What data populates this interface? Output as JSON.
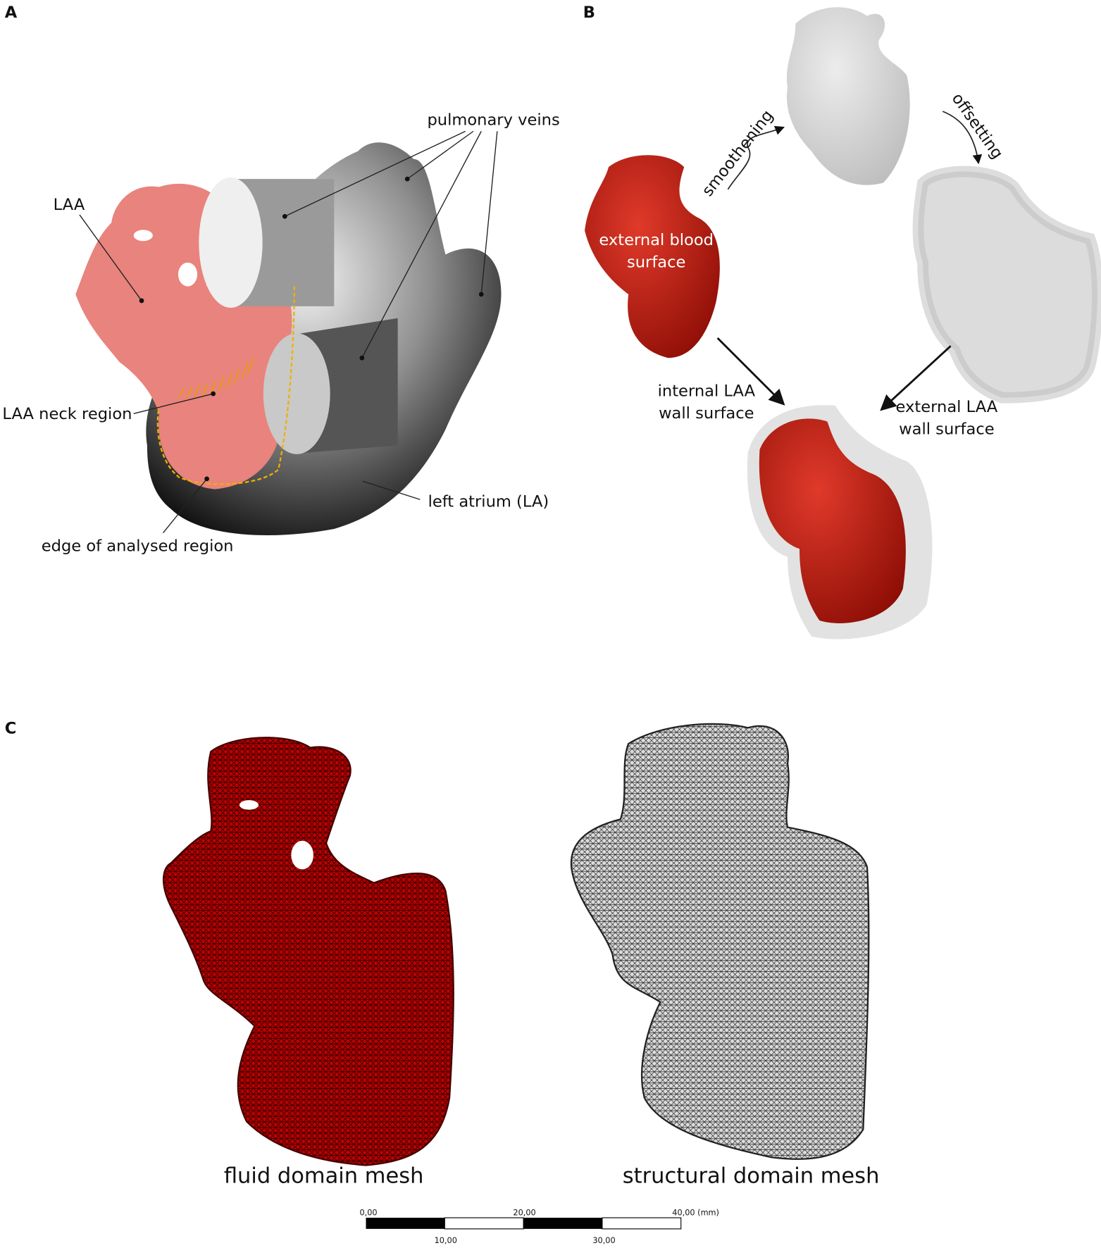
{
  "panels": {
    "a": "A",
    "b": "B",
    "c": "C"
  },
  "panel_a": {
    "pulmonary_veins": "pulmonary veins",
    "laa": "LAA",
    "laa_neck_region": "LAA neck region",
    "edge_of_analysed_region": "edge of analysed region",
    "left_atrium": "left atrium (LA)"
  },
  "panel_b": {
    "smoothening": "smoothening",
    "offsetting": "offsetting",
    "external_blood_surface": [
      "external blood",
      "surface"
    ],
    "internal_laa_wall_surface": [
      "internal LAA",
      "wall surface"
    ],
    "external_laa_wall_surface": [
      "external LAA",
      "wall surface"
    ]
  },
  "panel_c": {
    "fluid_domain_mesh": "fluid domain mesh",
    "structural_domain_mesh": "structural domain mesh",
    "scale_bar": {
      "top_labels": [
        "0,00",
        "20,00",
        "40,00 (mm)"
      ],
      "bottom_labels": [
        "10,00",
        "30,00"
      ],
      "unit": "mm"
    }
  },
  "colors": {
    "laa_pink": "#e9837d",
    "blood_red": "#c8160e",
    "mesh_red": "#b00000",
    "la_grey": "#8a8a8a",
    "edge_dash": "#f0b000"
  }
}
